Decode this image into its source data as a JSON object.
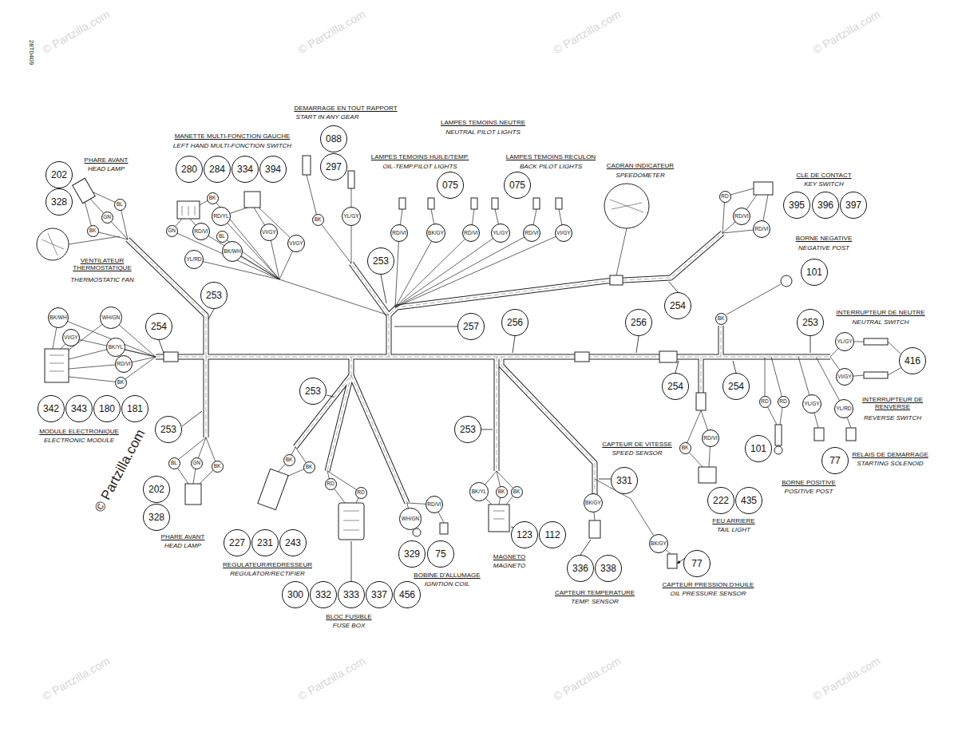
{
  "diagram": {
    "nodes": [
      {
        "text": [
          "202"
        ]
      },
      {
        "text": [
          "328"
        ]
      },
      {
        "text": [
          "280"
        ]
      },
      {
        "text": [
          "284"
        ]
      },
      {
        "text": [
          "334"
        ]
      },
      {
        "text": [
          "394"
        ]
      },
      {
        "text": [
          "088"
        ]
      },
      {
        "text": [
          "297"
        ]
      },
      {
        "text": [
          "075"
        ]
      },
      {
        "text": [
          "075"
        ]
      },
      {
        "text": [
          "395"
        ]
      },
      {
        "text": [
          "396"
        ]
      },
      {
        "text": [
          "397"
        ]
      },
      {
        "text": [
          "101"
        ]
      },
      {
        "text": [
          "253"
        ]
      },
      {
        "text": [
          "253"
        ]
      },
      {
        "text": [
          "257"
        ]
      },
      {
        "text": [
          "256"
        ]
      },
      {
        "text": [
          "256"
        ]
      },
      {
        "text": [
          "254"
        ]
      },
      {
        "text": [
          "253"
        ]
      },
      {
        "text": [
          "416"
        ]
      },
      {
        "text": [
          "254"
        ]
      },
      {
        "text": [
          "253"
        ]
      },
      {
        "text": [
          "253"
        ]
      },
      {
        "text": [
          "342"
        ]
      },
      {
        "text": [
          "343"
        ]
      },
      {
        "text": [
          "180"
        ]
      },
      {
        "text": [
          "181"
        ]
      },
      {
        "text": [
          "253"
        ]
      },
      {
        "text": [
          "254"
        ]
      },
      {
        "text": [
          "254"
        ]
      },
      {
        "text": [
          "331"
        ]
      },
      {
        "text": [
          "202"
        ]
      },
      {
        "text": [
          "328"
        ]
      },
      {
        "text": [
          "101"
        ]
      },
      {
        "text": [
          "77"
        ]
      },
      {
        "text": [
          "222"
        ]
      },
      {
        "text": [
          "435"
        ]
      },
      {
        "text": [
          "227"
        ]
      },
      {
        "text": [
          "231"
        ]
      },
      {
        "text": [
          "243"
        ]
      },
      {
        "text": [
          "329"
        ]
      },
      {
        "text": [
          "75"
        ]
      },
      {
        "text": [
          "123"
        ]
      },
      {
        "text": [
          "112"
        ]
      },
      {
        "text": [
          "336"
        ]
      },
      {
        "text": [
          "338"
        ]
      },
      {
        "text": [
          "77"
        ]
      },
      {
        "text": [
          "300"
        ]
      },
      {
        "text": [
          "332"
        ]
      },
      {
        "text": [
          "333"
        ]
      },
      {
        "text": [
          "337"
        ]
      },
      {
        "text": [
          "456"
        ]
      },
      {
        "text": [
          "BL"
        ]
      },
      {
        "text": [
          "GN"
        ]
      },
      {
        "text": [
          "BK"
        ]
      },
      {
        "text": [
          "BK"
        ]
      },
      {
        "text": [
          "GN"
        ]
      },
      {
        "text": [
          "RD/YL"
        ]
      },
      {
        "text": [
          "RD/VI"
        ]
      },
      {
        "text": [
          "BL"
        ]
      },
      {
        "text": [
          "BK/WH"
        ]
      },
      {
        "text": [
          "YL/RD"
        ]
      },
      {
        "text": [
          "VI/GY"
        ]
      },
      {
        "text": [
          "VI/GY"
        ]
      },
      {
        "text": [
          "BK"
        ]
      },
      {
        "text": [
          "YL/GY"
        ]
      },
      {
        "text": [
          "RD/VI"
        ]
      },
      {
        "text": [
          "BK/GY"
        ]
      },
      {
        "text": [
          "RD/VI"
        ]
      },
      {
        "text": [
          "YL/GY"
        ]
      },
      {
        "text": [
          "RD/VI"
        ]
      },
      {
        "text": [
          "VI/GY"
        ]
      },
      {
        "text": [
          "RD"
        ]
      },
      {
        "text": [
          "RD/VI"
        ]
      },
      {
        "text": [
          "RD/VI"
        ]
      },
      {
        "text": [
          "BK"
        ]
      },
      {
        "text": [
          "YL/GY"
        ]
      },
      {
        "text": [
          "VI/GY"
        ]
      },
      {
        "text": [
          "RD"
        ]
      },
      {
        "text": [
          "RD"
        ]
      },
      {
        "text": [
          "YL/GY"
        ]
      },
      {
        "text": [
          "YL/RD"
        ]
      },
      {
        "text": [
          "BK/WH"
        ]
      },
      {
        "text": [
          "WH/GN"
        ]
      },
      {
        "text": [
          "VI/GY"
        ]
      },
      {
        "text": [
          "BK/YL"
        ]
      },
      {
        "text": [
          "RD/VI"
        ]
      },
      {
        "text": [
          "BK"
        ]
      },
      {
        "text": [
          "BL"
        ]
      },
      {
        "text": [
          "GN"
        ]
      },
      {
        "text": [
          "BK"
        ]
      },
      {
        "text": [
          "BK"
        ]
      },
      {
        "text": [
          "BK"
        ]
      },
      {
        "text": [
          "RD"
        ]
      },
      {
        "text": [
          "RD"
        ]
      },
      {
        "text": [
          "WH/GN"
        ]
      },
      {
        "text": [
          "RD/VI"
        ]
      },
      {
        "text": [
          "BK/YL"
        ]
      },
      {
        "text": [
          "BK"
        ]
      },
      {
        "text": [
          "BK"
        ]
      },
      {
        "text": [
          "BK"
        ]
      },
      {
        "text": [
          "RD/VI"
        ]
      },
      {
        "text": [
          "BK/GY"
        ]
      },
      {
        "text": [
          "BK/GY"
        ]
      }
    ],
    "labels": [
      "28T0409",
      "DEMARRAGE EN TOUT RAPPORT",
      "START IN ANY GEAR",
      "LAMPES TEMOINS NEUTRE",
      "NEUTRAL PILOT LIGHTS",
      "MANETTE MULTI-FONCTION GAUCHE",
      "LEFT HAND MULTI-FONCTION SWITCH",
      "LAMPES TEMOINS HUILE/TEMP.",
      "OIL-TEMP.PILOT LIGHTS",
      "LAMPES TEMOINS RECULON",
      "BACK PILOT LIGHTS",
      "PHARE AVANT",
      "HEAD LAMP",
      "CADRAN INDICATEUR",
      "SPEEDOMETER",
      "CLE DE CONTACT",
      "KEY SWITCH",
      "BORNE NEGATIVE",
      "NEGATIVE POST",
      "VENTILATEUR THERMOSTATIQUE",
      "THERMOSTATIC FAN",
      "INTERRUPTEUR DE NEUTRE",
      "NEUTRAL SWITCH",
      "MODULE ELECTRONIQUE",
      "ELECTRONIC MODULE",
      "INTERRUPTEUR DE RENVERSE",
      "REVERSE SWITCH",
      "CAPTEUR DE VITESSE",
      "SPEED SENSOR",
      "RELAIS DE DEMARRAGE",
      "STARTING SOLENOID",
      "BORNE POSITIVE",
      "POSITIVE POST",
      "FEU ARRIERE",
      "TAIL LIGHT",
      "PHARE AVANT",
      "HEAD LAMP",
      "MAGNETO",
      "MAGNETO",
      "REGULATEUR/REDRESSEUR",
      "REGULATOR/RECTIFIER",
      "BOBINE D'ALLUMAGE",
      "IGNITION COIL",
      "CAPTEUR PRESSION D'HUILE",
      "OIL PRESSURE SENSOR",
      "CAPTEUR TEMPERATURE",
      "TEMP. SENSOR",
      "BLOC FUSIBLE",
      "FUSE BOX",
      "© Partzilla.com",
      "© Partzilla.com",
      "© Partzilla.com",
      "© Partzilla.com",
      "© Partzilla.com",
      "© Partzilla.com",
      "© Partzilla.com",
      "© Partzilla.com",
      "© Partzilla.com"
    ]
  }
}
